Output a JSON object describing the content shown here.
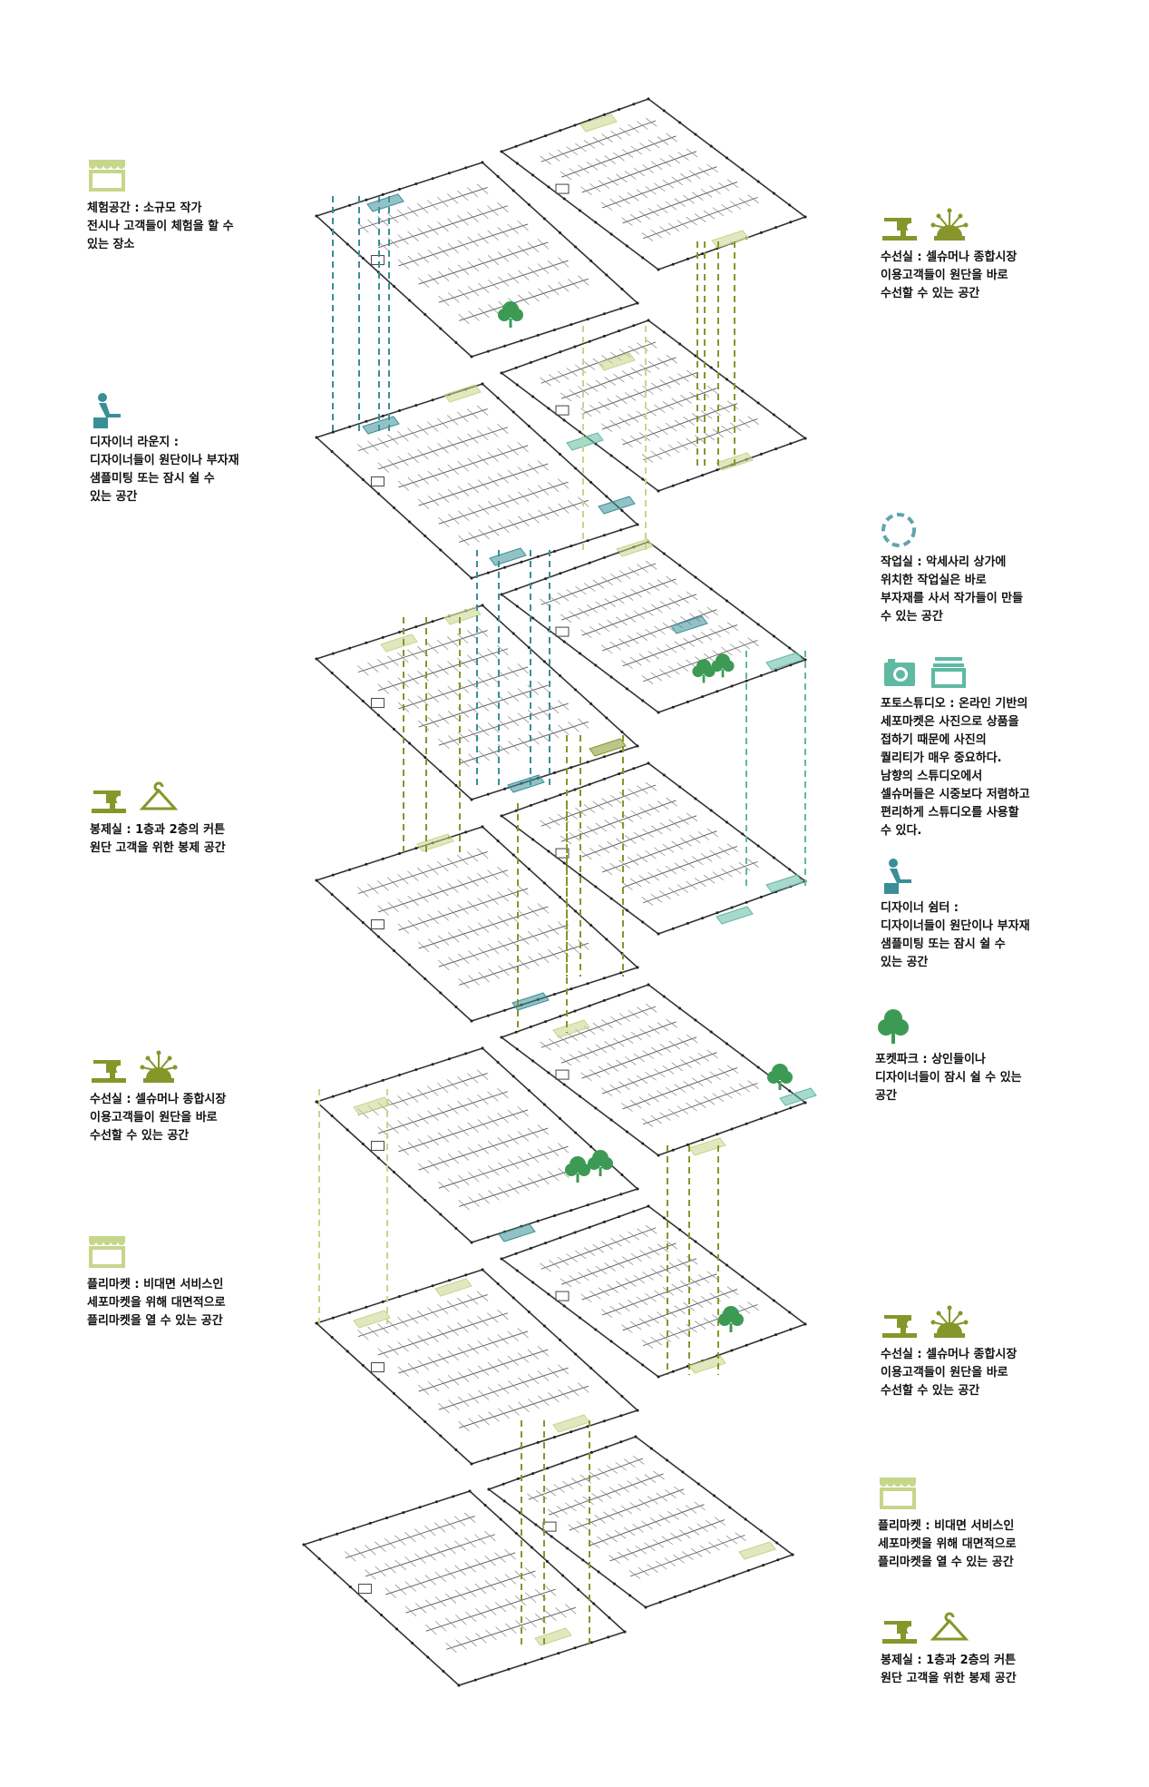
{
  "colors": {
    "teal": "#3a8f97",
    "olive": "#86962a",
    "light_green": "#c6d68a",
    "mint": "#5fb9a3",
    "tree": "#3c9a55",
    "plate_line": "#333333"
  },
  "left_legend": [
    {
      "icons": [
        "market-stall-icon"
      ],
      "text": "체험공간 : 소규모 작가\n전시나 고객들이 체험을 할 수\n있는 장소"
    },
    {
      "icons": [
        "seated-person-icon"
      ],
      "text": "디자이너 라운지 :\n디자이너들이 원단이나 부자재\n샘플미팅 또는 잠시 쉴 수\n있는 공간"
    },
    {
      "icons": [
        "sewing-machine-icon",
        "hanger-icon"
      ],
      "text": "봉제실 :  1층과 2층의 커튼\n원단 고객을 위한 봉제 공간"
    },
    {
      "icons": [
        "sewing-machine-icon",
        "pincushion-icon"
      ],
      "text": "수선실 : 셀슈머나 종합시장\n이용고객들이 원단을 바로\n수선할 수 있는 공간"
    },
    {
      "icons": [
        "market-stall-icon"
      ],
      "text": "플리마켓 : 비대면 서비스인\n세포마켓을 위해 대면적으로\n플리마켓을 열 수 있는 공간"
    }
  ],
  "right_legend": [
    {
      "icons": [
        "sewing-machine-icon",
        "pincushion-icon"
      ],
      "text": "수선실 : 셀슈머나 종합시장\n이용고객들이 원단을 바로\n수선할 수 있는 공간"
    },
    {
      "icons": [
        "dashed-circle-icon"
      ],
      "text": "작업실 : 악세사리 상가에\n위치한 작업실은 바로\n부자재를 사서 작가들이 만들\n수 있는 공간"
    },
    {
      "icons": [
        "camera-icon",
        "photo-frame-icon"
      ],
      "text": "포토스튜디오 : 온라인 기반의\n세포마켓은 사진으로 상품을\n접하기 때문에 사진의\n퀄리티가 매우 중요하다.\n남향의 스튜디오에서\n셀슈머들은 시중보다 저렴하고\n편리하게 스튜디오를 사용할\n수 있다."
    },
    {
      "icons": [
        "seated-person-icon"
      ],
      "text": "디자이너 쉼터 :\n디자이너들이 원단이나 부자재\n샘플미팅 또는 잠시 쉴 수\n있는 공간"
    },
    {
      "icons": [
        "tree-icon"
      ],
      "text": "포켓파크 : 상인들이나\n디자이너들이 잠시 쉴 수 있는\n공간"
    },
    {
      "icons": [
        "sewing-machine-icon",
        "pincushion-icon"
      ],
      "text": "수선실 : 셀슈머나 종합시장\n이용고객들이 원단을 바로\n수선할 수 있는 공간"
    },
    {
      "icons": [
        "market-stall-icon"
      ],
      "text": "플리마켓 : 비대면 서비스인\n세포마켓을 위해 대면적으로\n플리마켓을 열 수 있는 공간"
    },
    {
      "icons": [
        "sewing-machine-icon",
        "hanger-icon"
      ],
      "text": "봉제실 :  1층과 2층의 커튼\n원단 고객을 위한 봉제 공간"
    }
  ]
}
